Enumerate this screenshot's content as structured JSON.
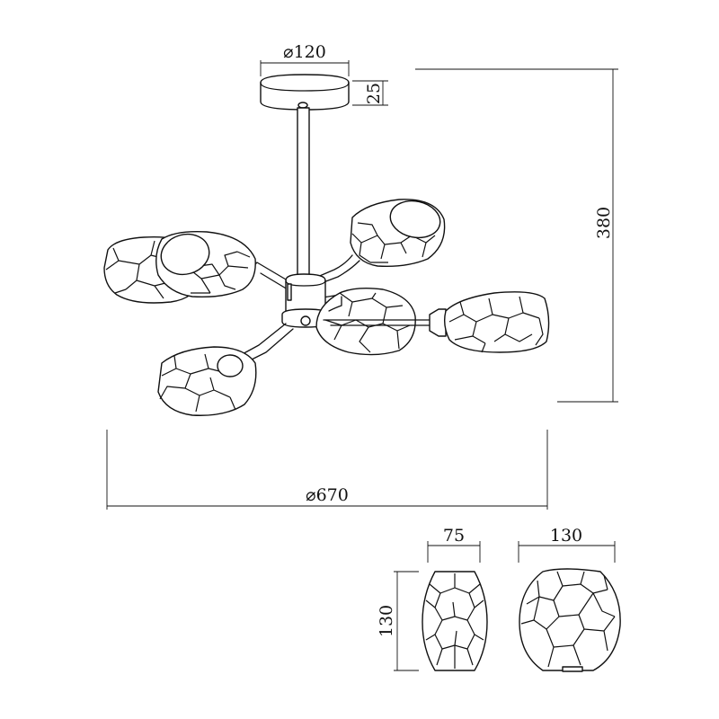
{
  "dimensions": {
    "canopy_diameter": "⌀120",
    "canopy_height": "25",
    "total_height": "380",
    "total_diameter": "⌀670",
    "shade_side_width": "75",
    "shade_side_height": "130",
    "shade_front_width": "130"
  },
  "colors": {
    "line": "#111111",
    "background": "#ffffff"
  }
}
